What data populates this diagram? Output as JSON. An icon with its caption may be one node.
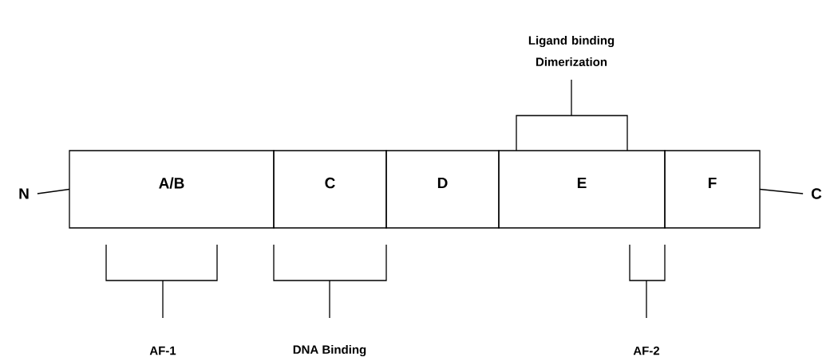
{
  "diagram": {
    "nodes": [
      {
        "text": [
          "N"
        ]
      },
      {
        "text": [
          "A/B"
        ]
      },
      {
        "text": [
          "C"
        ]
      },
      {
        "text": [
          "D"
        ]
      },
      {
        "text": [
          "E"
        ]
      },
      {
        "text": [
          "F"
        ]
      },
      {
        "text": [
          "C"
        ]
      }
    ],
    "edges": [
      {
        "from": 0,
        "to": 1,
        "arrow": "none"
      },
      {
        "from": 5,
        "to": 6,
        "arrow": "none"
      }
    ],
    "labels": [
      "Ligand binding Dimerization",
      "AF-1",
      "DNA Binding",
      "AF-2"
    ]
  }
}
